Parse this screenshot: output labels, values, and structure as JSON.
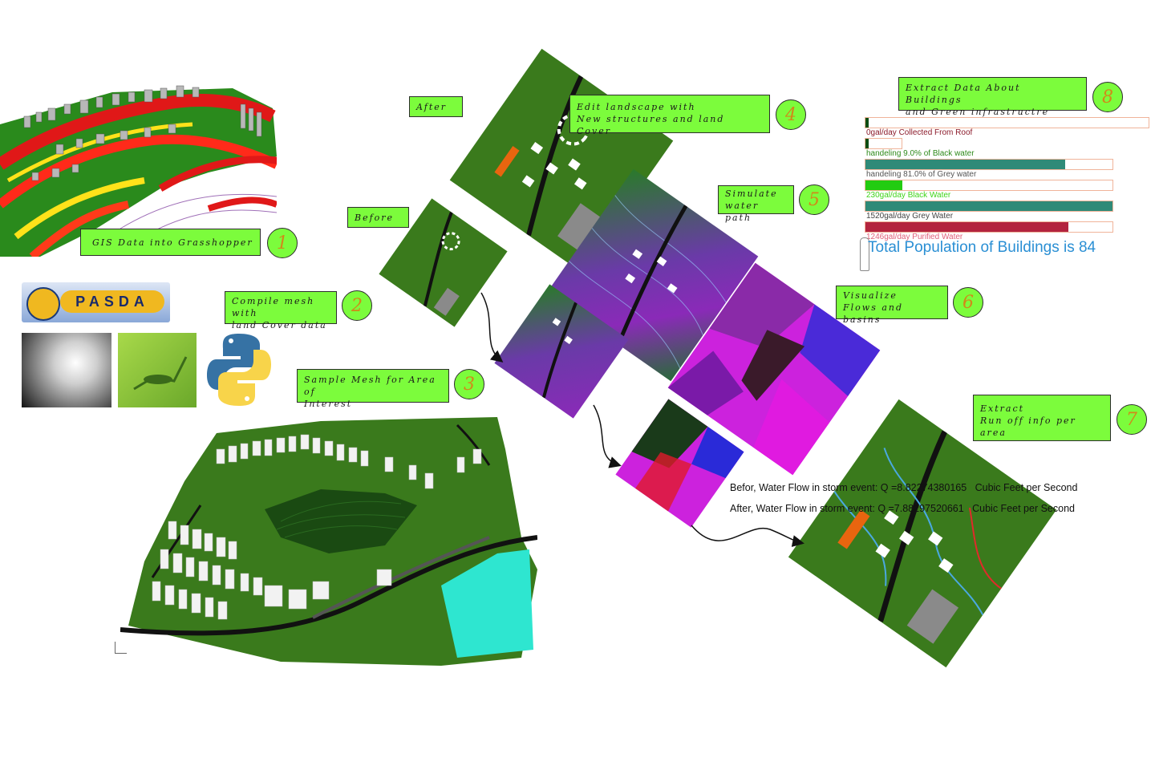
{
  "steps": {
    "s1": {
      "label": "GIS Data into Grasshopper",
      "number": "1"
    },
    "s2": {
      "label": "Compile mesh with\nland Cover data",
      "number": "2"
    },
    "s3": {
      "label": "Sample Mesh for Area of\nInterest",
      "number": "3"
    },
    "s4": {
      "label": "Edit landscape with\n New structures and land Cover",
      "number": "4"
    },
    "s5": {
      "label": "Simulate\nwater path",
      "number": "5"
    },
    "s6": {
      "label": "Visualize\nFlows and basins",
      "number": "6"
    },
    "s7": {
      "label": "Extract\nRun off info per area",
      "number": "7"
    },
    "s8": {
      "label": "Extract Data About Buildings\nand Green infrastructre",
      "number": "8"
    }
  },
  "labels": {
    "after": "After",
    "before": "Before"
  },
  "logos": {
    "pasda": "PASDA"
  },
  "bars": [
    {
      "label": "0gal/day Collected From Roof",
      "label_color": "#8b1a2a",
      "fill_color": "#0d4d12",
      "fraction": 0.0
    },
    {
      "label": "handeling 9.0% of Black water",
      "label_color": "#2d8a1a",
      "fill_color": "#0d4d12",
      "fraction": 0.09
    },
    {
      "label": "handeling 81.0% of Grey water",
      "label_color": "#555555",
      "fill_color": "#2f8a78",
      "fraction": 0.81
    },
    {
      "label": "230gal/day Black Water",
      "label_color": "#3fd41a",
      "fill_color": "#22cc11",
      "fraction": 0.15
    },
    {
      "label": "1520gal/day Grey Water",
      "label_color": "#444444",
      "fill_color": "#2f8a78",
      "fraction": 1.0
    },
    {
      "label": "1246gal/day Purified Water",
      "label_color": "#e0607a",
      "fill_color": "#b3243e",
      "fraction": 0.82
    }
  ],
  "population": "Total Population of Buildings is 84",
  "flow": {
    "before": "Befor, Water Flow in storm event: Q =8.82274380165   Cubic Feet per Second",
    "after": "After, Water Flow in storm event: Q =7.88297520661   Cubic Feet per Second"
  },
  "colors": {
    "tag": "#7cfc3c",
    "terrain": "#3a7a1c",
    "water": "#2ee6d0",
    "accent_orange": "#e8650f",
    "population_blue": "#2a8fd4"
  }
}
